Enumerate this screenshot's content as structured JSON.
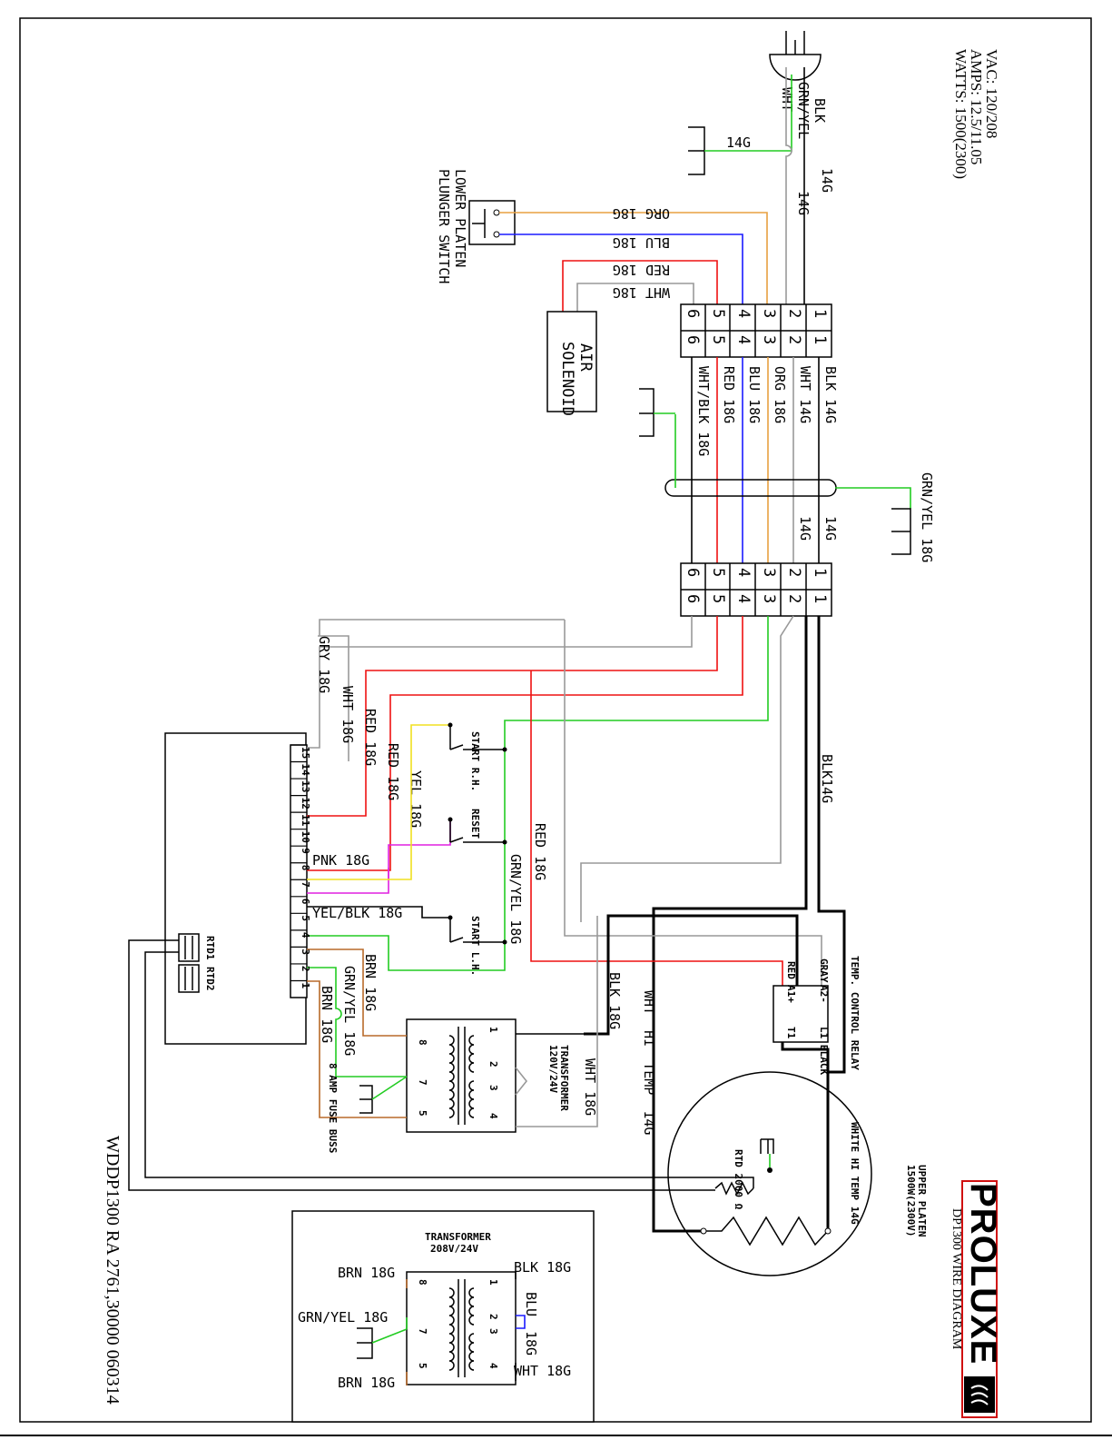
{
  "ratings": {
    "vac": "VAC: 120/208",
    "amps": "AMPS: 12.5/11.05",
    "watts": "WATTS: 1500(2300)"
  },
  "title_block": {
    "brand": "PROLUXE",
    "diagram_title": "DP1300 WIRE DIAGRAM",
    "drawing_number": "WDDP1300 RA 2761,30000 060314"
  },
  "plug": {
    "blk": "BLK",
    "grn_yel": "GRN/YEL",
    "wht": "WHT"
  },
  "ground_14g": "14G",
  "wire_14g": "14G",
  "lower_switch": {
    "line1": "LOWER PLATEN",
    "line2": "PLUNGER SWITCH"
  },
  "air_solenoid": {
    "line1": "AIR",
    "line2": "SOLENOID"
  },
  "upper_wires": {
    "org": "ORG 18G",
    "blu": "BLU 18G",
    "red": "RED 18G",
    "wht": "WHT 18G"
  },
  "connector_pins": [
    "1",
    "2",
    "3",
    "4",
    "5",
    "6"
  ],
  "harness_labels": {
    "blk": "BLK 14G",
    "wht": "WHT 14G",
    "org": "ORG 18G",
    "blu": "BLU 18G",
    "red": "RED 18G",
    "wht_blk": "WHT/BLK 18G"
  },
  "grn_yel_18g": "GRN/YEL 18G",
  "control_wires": {
    "gry": "GRY 18G",
    "wht": "WHT 18G",
    "red1": "RED 18G",
    "red2": "RED 18G",
    "yel": "YEL 18G",
    "pnk": "PNK 18G",
    "yel_blk": "YEL/BLK 18G",
    "brn1": "BRN 18G",
    "grn_yel": "GRN/YEL 18G",
    "brn2": "BRN 18G",
    "grn_yel_v": "GRN/YEL 18G",
    "red_v": "RED 18G",
    "blk_14g": "BLK14G",
    "blk_18g": "BLK 18G",
    "wht_18g": "WHT 18G",
    "wht_hi_temp": "WHT HI TEMP 14G"
  },
  "terminal_block": [
    "15",
    "14",
    "13",
    "12",
    "11",
    "10",
    "9",
    "8",
    "7",
    "6",
    "5",
    "4",
    "3",
    "2",
    "1"
  ],
  "rtd_labels": {
    "rtd1": "RTD1",
    "rtd2": "RTD2"
  },
  "switches": {
    "start_rh": "START R.H.",
    "reset": "RESET",
    "start_lh": "START L.H."
  },
  "transformer_main": {
    "label_line1": "TRANSFORMER",
    "label_line2": "120V/24V",
    "pins": [
      "1",
      "2",
      "3",
      "4",
      "8",
      "7",
      "5"
    ]
  },
  "fuse_buss": "8 AMP FUSE BUSS",
  "relay": {
    "title": "TEMP. CONTROL RELAY",
    "gray": "GRAY",
    "a2": "A2-",
    "l1": "L1",
    "red": "RED",
    "a1": "A1+",
    "t1": "T1",
    "black": "BLACK"
  },
  "platen": {
    "line1": "1500W(2300V)",
    "line2": "UPPER PLATEN",
    "white_hi_temp": "WHITE HI TEMP 14G",
    "rtd": "RTD 2000 Ω"
  },
  "transformer_alt": {
    "label_line1": "TRANSFORMER",
    "label_line2": "208V/24V",
    "brn_top": "BRN 18G",
    "grn_yel": "GRN/YEL 18G",
    "brn_bot": "BRN 18G",
    "blk": "BLK 18G",
    "blu_a": "BLU",
    "blu_b": "18G",
    "wht": "WHT 18G",
    "pins": [
      "8",
      "7",
      "5",
      "1",
      "2",
      "3",
      "4"
    ]
  },
  "colors": {
    "black": "#000000",
    "green": "#22cc22",
    "orange": "#e8a040",
    "blue": "#1a1aff",
    "red": "#ee1111",
    "gray": "#999999",
    "yellow": "#f0e020",
    "pink": "#e020e0",
    "brown": "#b86a2a",
    "logo_red": "#d01010"
  }
}
